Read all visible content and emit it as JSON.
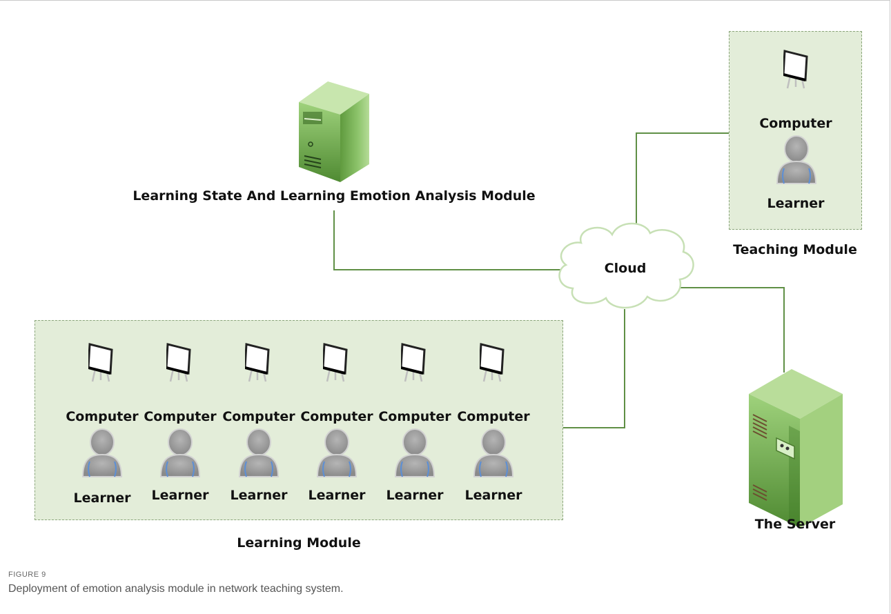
{
  "nodes": {
    "analysis_module": "Learning State And Learning Emotion Analysis Module",
    "cloud": "Cloud",
    "teaching_module": "Teaching Module",
    "learning_module": "Learning Module",
    "server": "The Server"
  },
  "teaching_station": {
    "computer": "Computer",
    "learner": "Learner"
  },
  "learning_stations": [
    {
      "computer": "Computer",
      "learner": "Learner"
    },
    {
      "computer": "Computer",
      "learner": "Learner"
    },
    {
      "computer": "Computer",
      "learner": "Learner"
    },
    {
      "computer": "Computer",
      "learner": "Learner"
    },
    {
      "computer": "Computer",
      "learner": "Learner"
    },
    {
      "computer": "Computer",
      "learner": "Learner"
    }
  ],
  "caption": {
    "figure": "FIGURE 9",
    "text": "Deployment of emotion analysis module in network teaching system."
  },
  "colors": {
    "connector": "#5f8f45",
    "module_fill": "#e3edd9",
    "server_green": "#7fb65a"
  }
}
